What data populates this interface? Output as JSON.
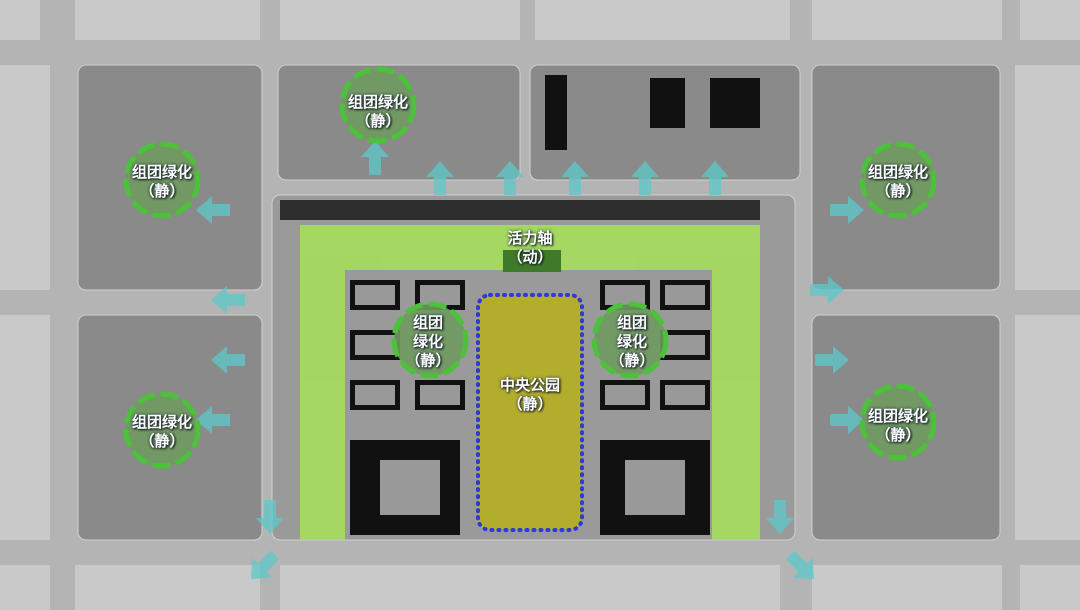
{
  "colors": {
    "road": "#b4b4b4",
    "block": "#8a8a8a",
    "light_block": "#c9c9c9",
    "axis_green": "#a6e05a",
    "park": "#b3ad2e",
    "park_border": "#2a3bd6",
    "cluster_fill": "#6f9a5f",
    "cluster_ring": "#4cc23a",
    "arrow": "#5cc9c9",
    "building": "#111111"
  },
  "labels": {
    "vitality_axis": "活力轴\n（动）",
    "central_park": "中央公园\n（静）",
    "clusters": [
      {
        "id": "top-center",
        "text": "组团绿化\n（静）"
      },
      {
        "id": "top-left",
        "text": "组团绿化\n（静）"
      },
      {
        "id": "top-right",
        "text": "组团绿化\n（静）"
      },
      {
        "id": "bottom-left",
        "text": "组团绿化\n（静）"
      },
      {
        "id": "bottom-right",
        "text": "组团绿化\n（静）"
      },
      {
        "id": "inner-left",
        "text": "组团\n绿化\n（静）"
      },
      {
        "id": "inner-right",
        "text": "组团\n绿化\n（静）"
      }
    ]
  }
}
